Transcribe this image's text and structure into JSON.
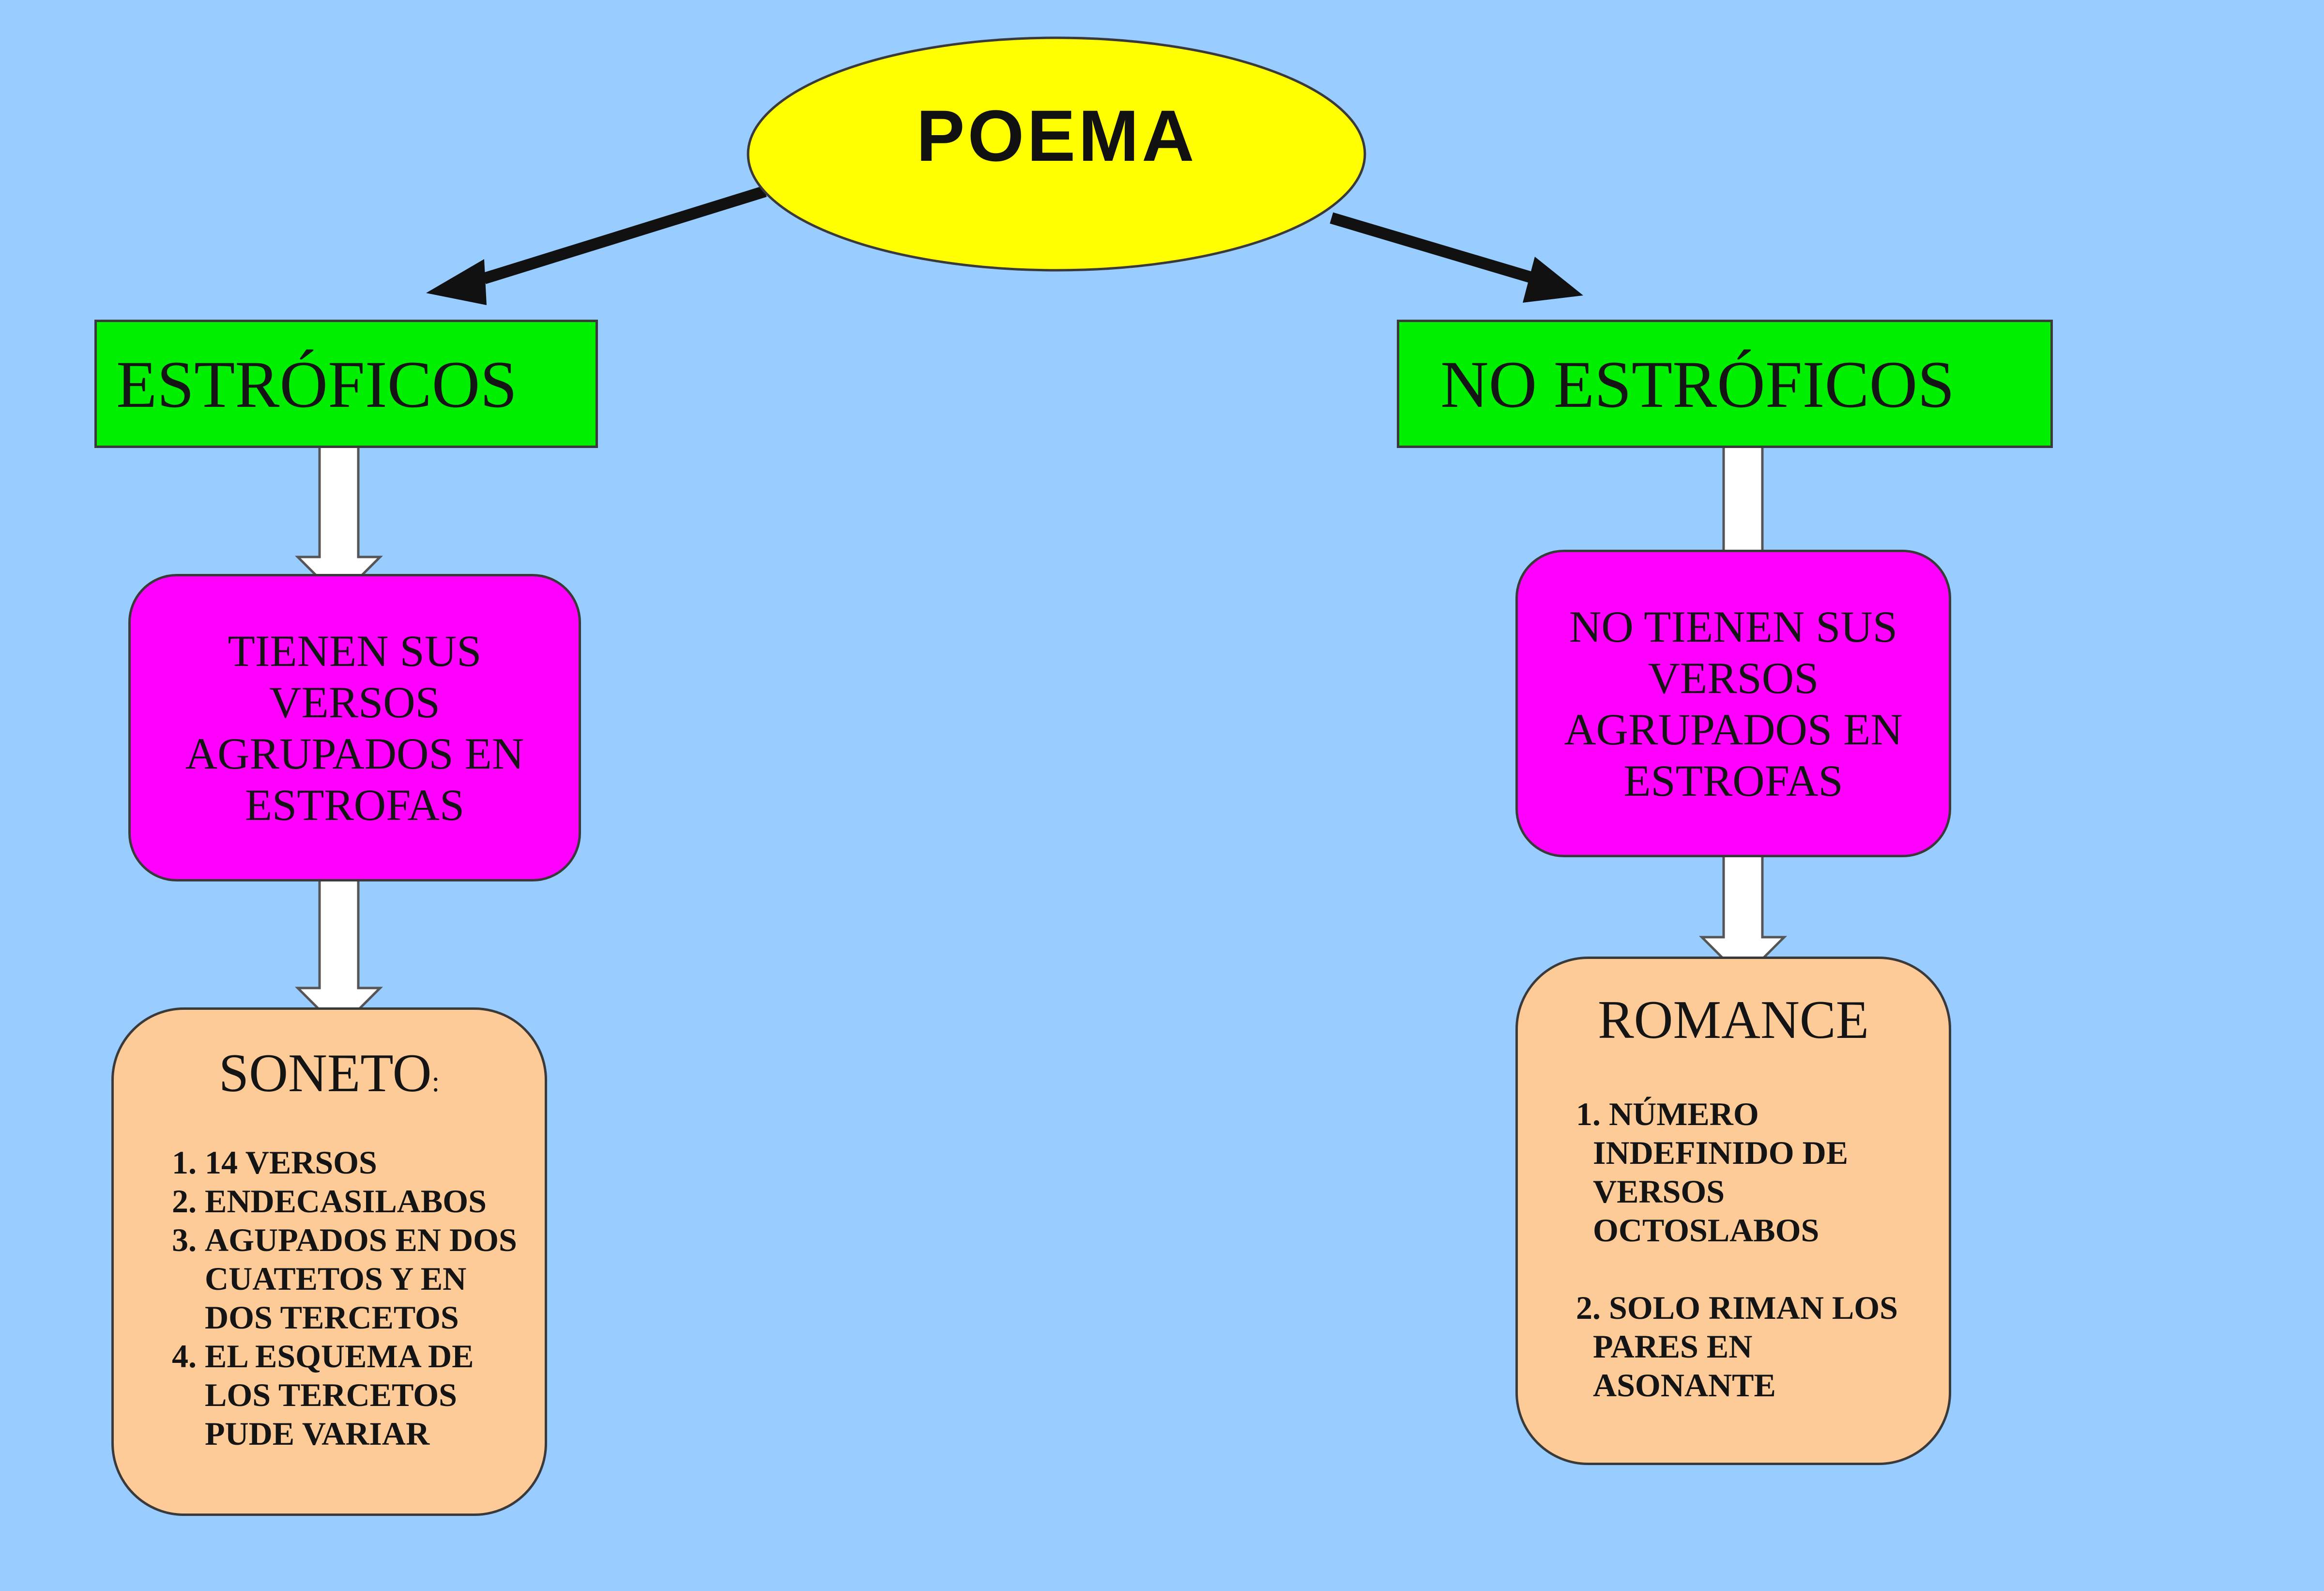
{
  "root": {
    "label": "POEMA"
  },
  "left": {
    "category": "ESTRÓFICOS",
    "description": "TIENEN SUS VERSOS AGRUPADOS EN ESTROFAS",
    "example": {
      "title": "SONETO",
      "title_suffix": ":",
      "items": [
        {
          "num": "1.",
          "text": "14 VERSOS"
        },
        {
          "num": "2.",
          "text": "ENDECASILABOS"
        },
        {
          "num": "3.",
          "text": "AGUPADOS EN DOS CUATETOS Y EN DOS TERCETOS"
        },
        {
          "num": "4.",
          "text": "EL ESQUEMA DE LOS TERCETOS PUDE VARIAR"
        }
      ]
    }
  },
  "right": {
    "category": "NO ESTRÓFICOS",
    "description": "NO TIENEN SUS VERSOS AGRUPADOS EN ESTROFAS",
    "example": {
      "title": "ROMANCE",
      "items": [
        {
          "num": "1.",
          "text": "NÚMERO INDEFINIDO DE VERSOS OCTOSLABOS"
        },
        {
          "num": "2.",
          "text": "SOLO RIMAN LOS PARES EN ASONANTE"
        }
      ]
    }
  },
  "colors": {
    "background": "#99ccff",
    "root_fill": "#ffff00",
    "category_fill": "#00f000",
    "description_fill": "#ff00ff",
    "example_fill": "#fdcb97"
  }
}
